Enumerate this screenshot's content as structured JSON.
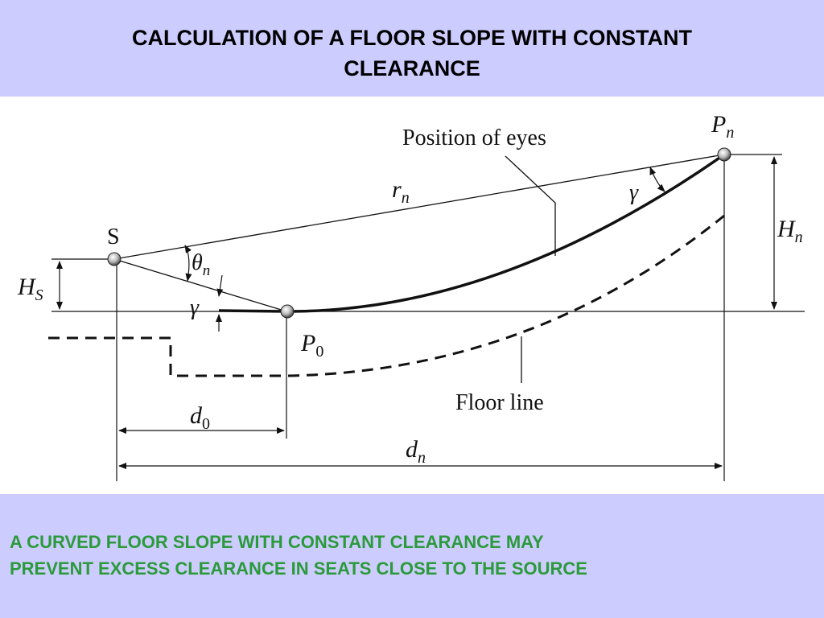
{
  "colors": {
    "background": "#ccccff",
    "title": "#000000",
    "caption": "#2b9a3a",
    "figure_background": "#ffffff"
  },
  "slide": {
    "title_line1": "CALCULATION OF A FLOOR SLOPE WITH CONSTANT",
    "title_line2": "CLEARANCE",
    "caption_line1": "A CURVED FLOOR SLOPE WITH CONSTANT CLEARANCE MAY",
    "caption_line2": "PREVENT EXCESS CLEARANCE IN SEATS CLOSE TO THE SOURCE"
  },
  "diagram": {
    "source_label": "S",
    "position_of_eyes_label": "Position of eyes",
    "floor_line_label": "Floor line",
    "pn_label": {
      "base": "P",
      "sub": "n"
    },
    "p0_label": {
      "base": "P",
      "sub": "0"
    },
    "rn_label": {
      "base": "r",
      "sub": "n"
    },
    "theta_label": {
      "base": "θ",
      "sub": "n"
    },
    "gamma_label": "γ",
    "hs_label": {
      "base": "H",
      "sub": "S"
    },
    "hn_label": {
      "base": "H",
      "sub": "n"
    },
    "d0_label": {
      "base": "d",
      "sub": "0"
    },
    "dn_label": {
      "base": "d",
      "sub": "n"
    }
  }
}
